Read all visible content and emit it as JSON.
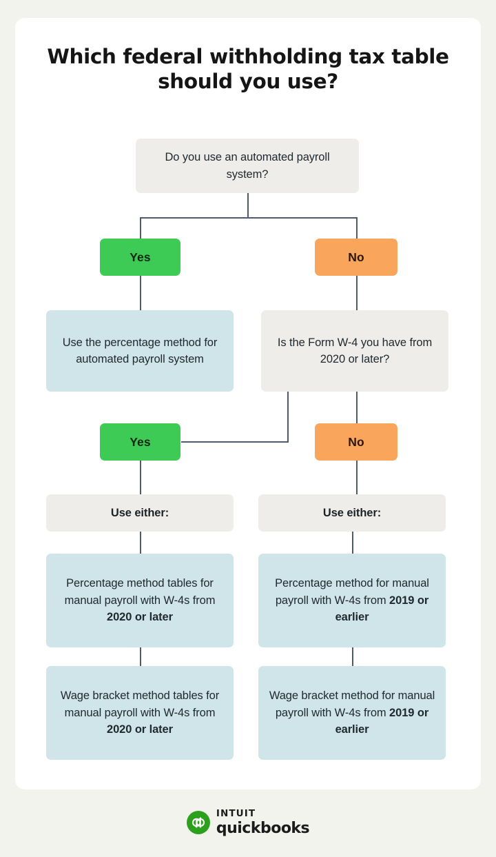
{
  "title": "Which federal withholding tax table should you use?",
  "flow": {
    "root_question": "Do you use an automated payroll system?",
    "branch1": {
      "yes_label": "Yes",
      "no_label": "No",
      "yes_outcome": "Use the percentage method for automated payroll system",
      "no_question": "Is the Form W-4 you have from 2020 or later?"
    },
    "branch2": {
      "yes_label": "Yes",
      "no_label": "No"
    },
    "left_column": {
      "use_either": "Use either:",
      "option1": {
        "lead": "Percentage method tables for manual payroll with W-4s from ",
        "emphasis": "2020 or later"
      },
      "option2": {
        "lead": "Wage bracket method tables for manual payroll with W-4s from ",
        "emphasis": "2020 or later"
      }
    },
    "right_column": {
      "use_either": "Use either:",
      "option1": {
        "lead": "Percentage method for manual payroll with W-4s from ",
        "emphasis": "2019 or earlier"
      },
      "option2": {
        "lead": "Wage bracket method for manual payroll with W-4s from ",
        "emphasis": "2019 or earlier"
      }
    }
  },
  "footer": {
    "brand_top": "INTUIT",
    "brand_bottom": "quickbooks",
    "mark_glyph": "qb"
  },
  "colors": {
    "page_background": "#f3f3ee",
    "card_background": "#ffffff",
    "yes_green": "#3ecb55",
    "no_orange": "#f9a55c",
    "outcome_blue": "#cfe5ea",
    "question_grey": "#eeedea",
    "connector": "#4d5a6b",
    "brand_green": "#2ca01c"
  }
}
